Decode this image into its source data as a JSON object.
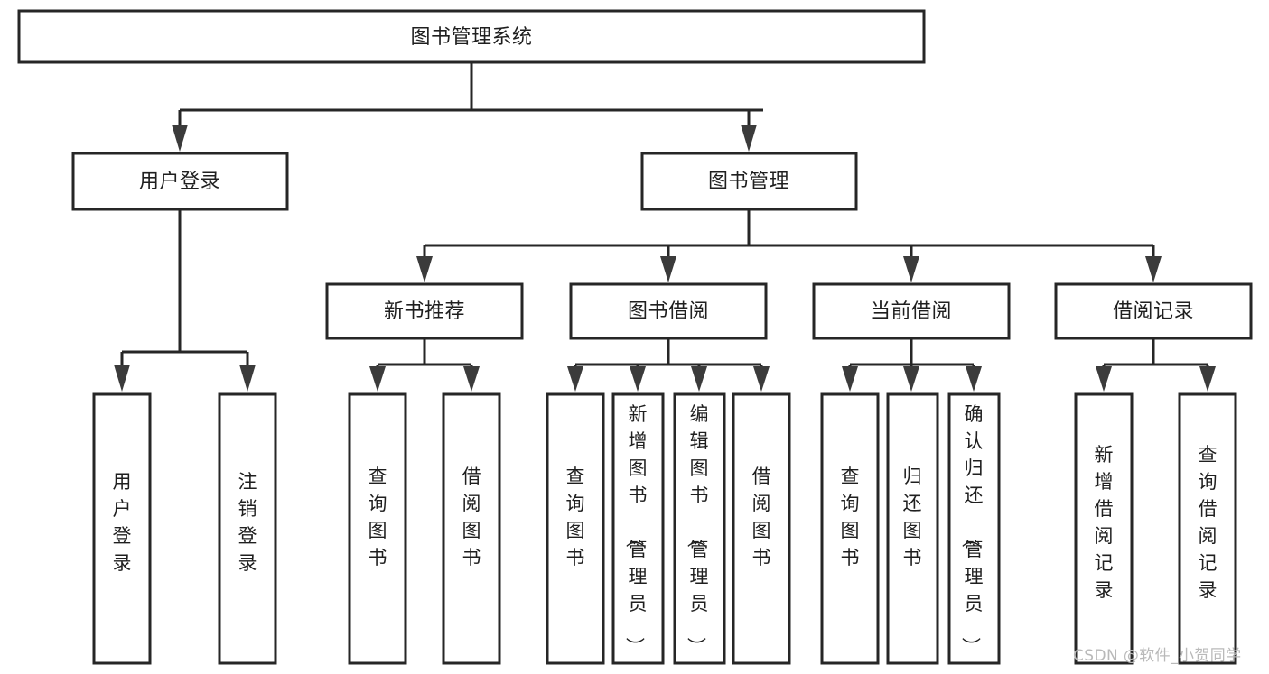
{
  "diagram": {
    "title": "图书管理系统",
    "type": "tree-hierarchy",
    "levels": 4,
    "nodes": {
      "root": {
        "label": "图书管理系统",
        "orientation": "horizontal"
      },
      "level2": [
        {
          "id": "user-login",
          "label": "用户登录",
          "orientation": "horizontal"
        },
        {
          "id": "book-management",
          "label": "图书管理",
          "orientation": "horizontal"
        }
      ],
      "level3": [
        {
          "id": "new-book-recommend",
          "label": "新书推荐",
          "orientation": "horizontal",
          "parent": "book-management"
        },
        {
          "id": "book-borrow",
          "label": "图书借阅",
          "orientation": "horizontal",
          "parent": "book-management"
        },
        {
          "id": "current-borrow",
          "label": "当前借阅",
          "orientation": "horizontal",
          "parent": "book-management"
        },
        {
          "id": "borrow-record",
          "label": "借阅记录",
          "orientation": "horizontal",
          "parent": "book-management"
        }
      ],
      "leaves": [
        {
          "id": "leaf-user-login",
          "label": "用户登录",
          "orientation": "vertical",
          "parent": "user-login"
        },
        {
          "id": "leaf-logout",
          "label": "注销登录",
          "orientation": "vertical",
          "parent": "user-login"
        },
        {
          "id": "leaf-query-book-1",
          "label": "查询图书",
          "orientation": "vertical",
          "parent": "new-book-recommend"
        },
        {
          "id": "leaf-borrow-book-1",
          "label": "借阅图书",
          "orientation": "vertical",
          "parent": "new-book-recommend"
        },
        {
          "id": "leaf-query-book-2",
          "label": "查询图书",
          "orientation": "vertical",
          "parent": "book-borrow"
        },
        {
          "id": "leaf-add-book",
          "label": "新增图书（管理员）",
          "orientation": "vertical",
          "parent": "book-borrow"
        },
        {
          "id": "leaf-edit-book",
          "label": "编辑图书（管理员）",
          "orientation": "vertical",
          "parent": "book-borrow"
        },
        {
          "id": "leaf-borrow-book-2",
          "label": "借阅图书",
          "orientation": "vertical",
          "parent": "book-borrow"
        },
        {
          "id": "leaf-query-book-3",
          "label": "查询图书",
          "orientation": "vertical",
          "parent": "current-borrow"
        },
        {
          "id": "leaf-return-book",
          "label": "归还图书",
          "orientation": "vertical",
          "parent": "current-borrow"
        },
        {
          "id": "leaf-confirm-return",
          "label": "确认归还（管理员）",
          "orientation": "vertical",
          "parent": "current-borrow"
        },
        {
          "id": "leaf-add-record",
          "label": "新增借阅记录",
          "orientation": "vertical",
          "parent": "borrow-record"
        },
        {
          "id": "leaf-query-record",
          "label": "查询借阅记录",
          "orientation": "vertical",
          "parent": "borrow-record"
        }
      ]
    },
    "colors": {
      "background": "#ffffff",
      "box_fill": "#ffffff",
      "box_stroke": "#262626",
      "text": "#1f1f1f",
      "watermark": "#b9b9b9"
    }
  },
  "watermark": {
    "label": "CSDN @软件_小贺同学"
  }
}
